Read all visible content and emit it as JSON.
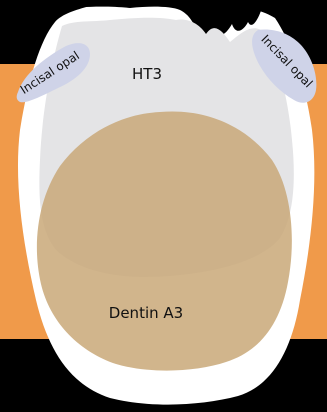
{
  "labels": {
    "ht3": "HT3",
    "dentin": "Dentin A3",
    "incisal_left": "Incisal opal",
    "incisal_right": "Incisal opal"
  },
  "colors": {
    "background": "#000000",
    "band": "#f09a4a",
    "tooth_outline": "#ffffff",
    "ht3_layer": "#e4e4e6",
    "dentin_layer": "#c9a878",
    "incisal_opal": "#cfd3e8",
    "label_text": "#111111"
  }
}
